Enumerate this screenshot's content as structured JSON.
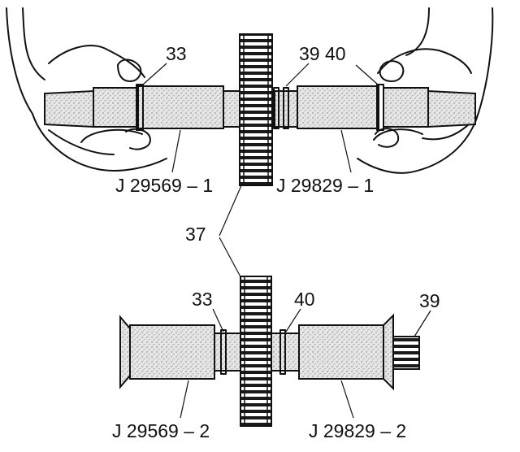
{
  "labels": {
    "top_33": "33",
    "top_39_40": "39 40",
    "top_left_tool": "J 29569 – 1",
    "top_right_tool": "J 29829 – 1",
    "center_37": "37",
    "bottom_33": "33",
    "bottom_40": "40",
    "bottom_39": "39",
    "bottom_left_tool": "J 29569 – 2",
    "bottom_right_tool": "J 29829 – 2"
  }
}
